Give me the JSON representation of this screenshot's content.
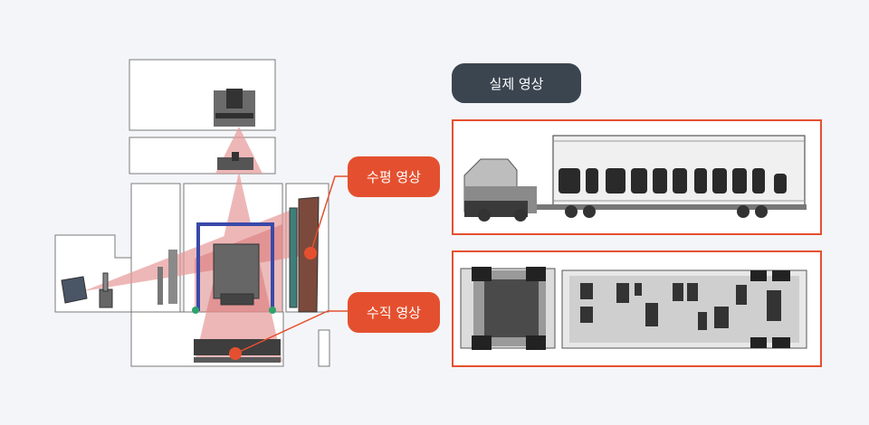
{
  "labels": {
    "actual_image": "실제 영상",
    "horizontal_image": "수평 영상",
    "vertical_image": "수직 영상"
  },
  "colors": {
    "accent": "#e4502f",
    "dark_pill": "#3b4550",
    "background": "#f4f5f8",
    "beam": "#e89a9a",
    "gantry_blue": "#3a49a8"
  }
}
